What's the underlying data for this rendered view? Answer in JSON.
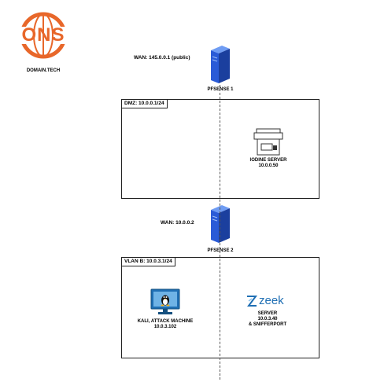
{
  "logo": {
    "text": "ONS",
    "caption": "DOMAIN.TECH",
    "color": "#e8672a"
  },
  "wan1": {
    "label": "WAN: 145.0.0.1 (public)"
  },
  "firewall1": {
    "label": "PFSENSE 1",
    "icon": "server-tower-icon"
  },
  "dmz": {
    "label": "DMZ: 10.0.0.1/24",
    "server": {
      "name": "IODINE SERVER",
      "ip": "10.0.0.50",
      "icon": "server-machine-icon"
    }
  },
  "wan2": {
    "label": "WAN: 10.0.0.2"
  },
  "firewall2": {
    "label": "PFSENSE 2",
    "icon": "server-tower-icon"
  },
  "vlan_b": {
    "label": "VLAN B: 10.0.3.1/24",
    "kali": {
      "name": "KALI, ATTACK MACHINE",
      "ip": "10.0.3.102",
      "icon": "linux-monitor-icon"
    },
    "zeek": {
      "brand": "zeek",
      "name": "SERVER",
      "ip": "10.0.3.40",
      "extra": "& SNIFFERPORT",
      "icon": "zeek-logo-icon"
    }
  },
  "colors": {
    "server_blue": "#2a5bd7",
    "zeek_blue": "#1f6fb4",
    "line": "#555555"
  }
}
